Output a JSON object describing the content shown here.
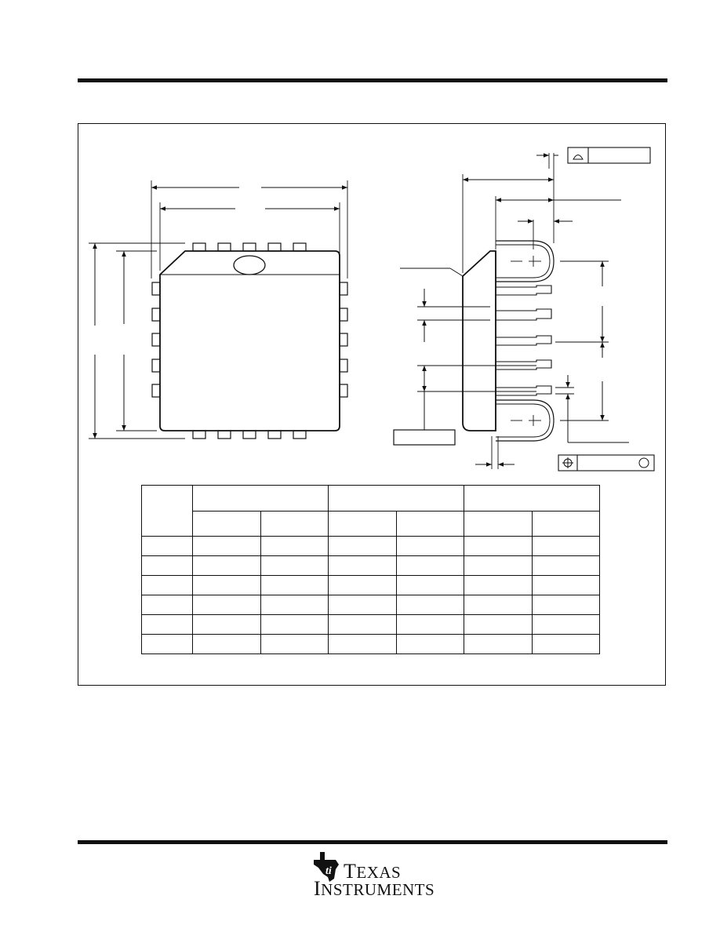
{
  "brand": {
    "line1_initial": "T",
    "line1_rest": "EXAS",
    "line2_initial": "I",
    "line2_rest": "NSTRUMENTS"
  },
  "dimension_table": {
    "header_groups": 3,
    "sub_columns_per_group": 2,
    "body_rows": 6
  },
  "feature_control_frames": [
    {
      "symbol": "flatness-icon"
    },
    {
      "symbol": "position-icon",
      "modifier": "circle-modifier"
    }
  ]
}
